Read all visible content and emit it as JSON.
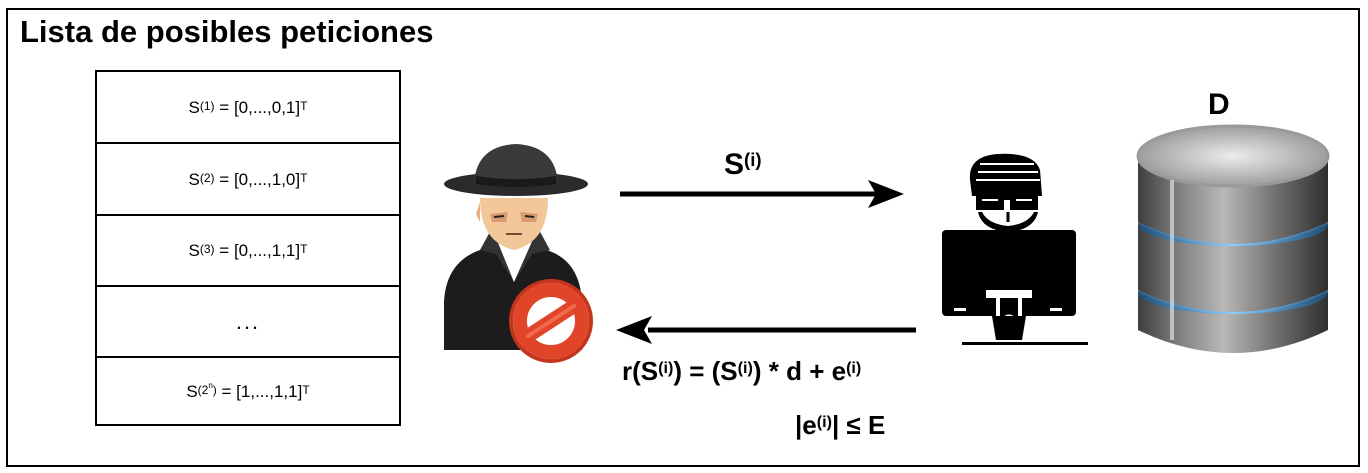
{
  "title": "Lista de posibles peticiones",
  "requests": [
    {
      "base": "S",
      "sup": "(1)",
      "rhs": "= [0,...,0,1]",
      "T": "T"
    },
    {
      "base": "S",
      "sup": "(2)",
      "rhs": "= [0,...,1,0]",
      "T": "T"
    },
    {
      "base": "S",
      "sup": "(3)",
      "rhs": "= [0,...,1,1]",
      "T": "T"
    },
    {
      "ellipsis": "..."
    },
    {
      "base": "S",
      "sup": "(2",
      "supsup": "n",
      "supend": ")",
      "rhs": "= [1,...,1,1]",
      "T": "T"
    }
  ],
  "query_label": {
    "base": "S",
    "sup": "(i)"
  },
  "response_label": {
    "p1": "r(S",
    "s1": "(i)",
    "p2": ") = (S",
    "s2": "(i)",
    "p3": ") * d + e",
    "s3": "(i)"
  },
  "bound_label": {
    "p1": "|e",
    "s1": "(i)",
    "p2": "| ≤ E"
  },
  "database_label": "D",
  "icons": [
    "spy-attacker-icon",
    "forbidden-sign-icon",
    "curator-computer-icon",
    "database-icon",
    "arrow-right-icon",
    "arrow-left-icon"
  ],
  "colors": {
    "forbidden": "#e0452a",
    "db_glow": "#4aa3e6",
    "coat": "#1a1a1a"
  }
}
